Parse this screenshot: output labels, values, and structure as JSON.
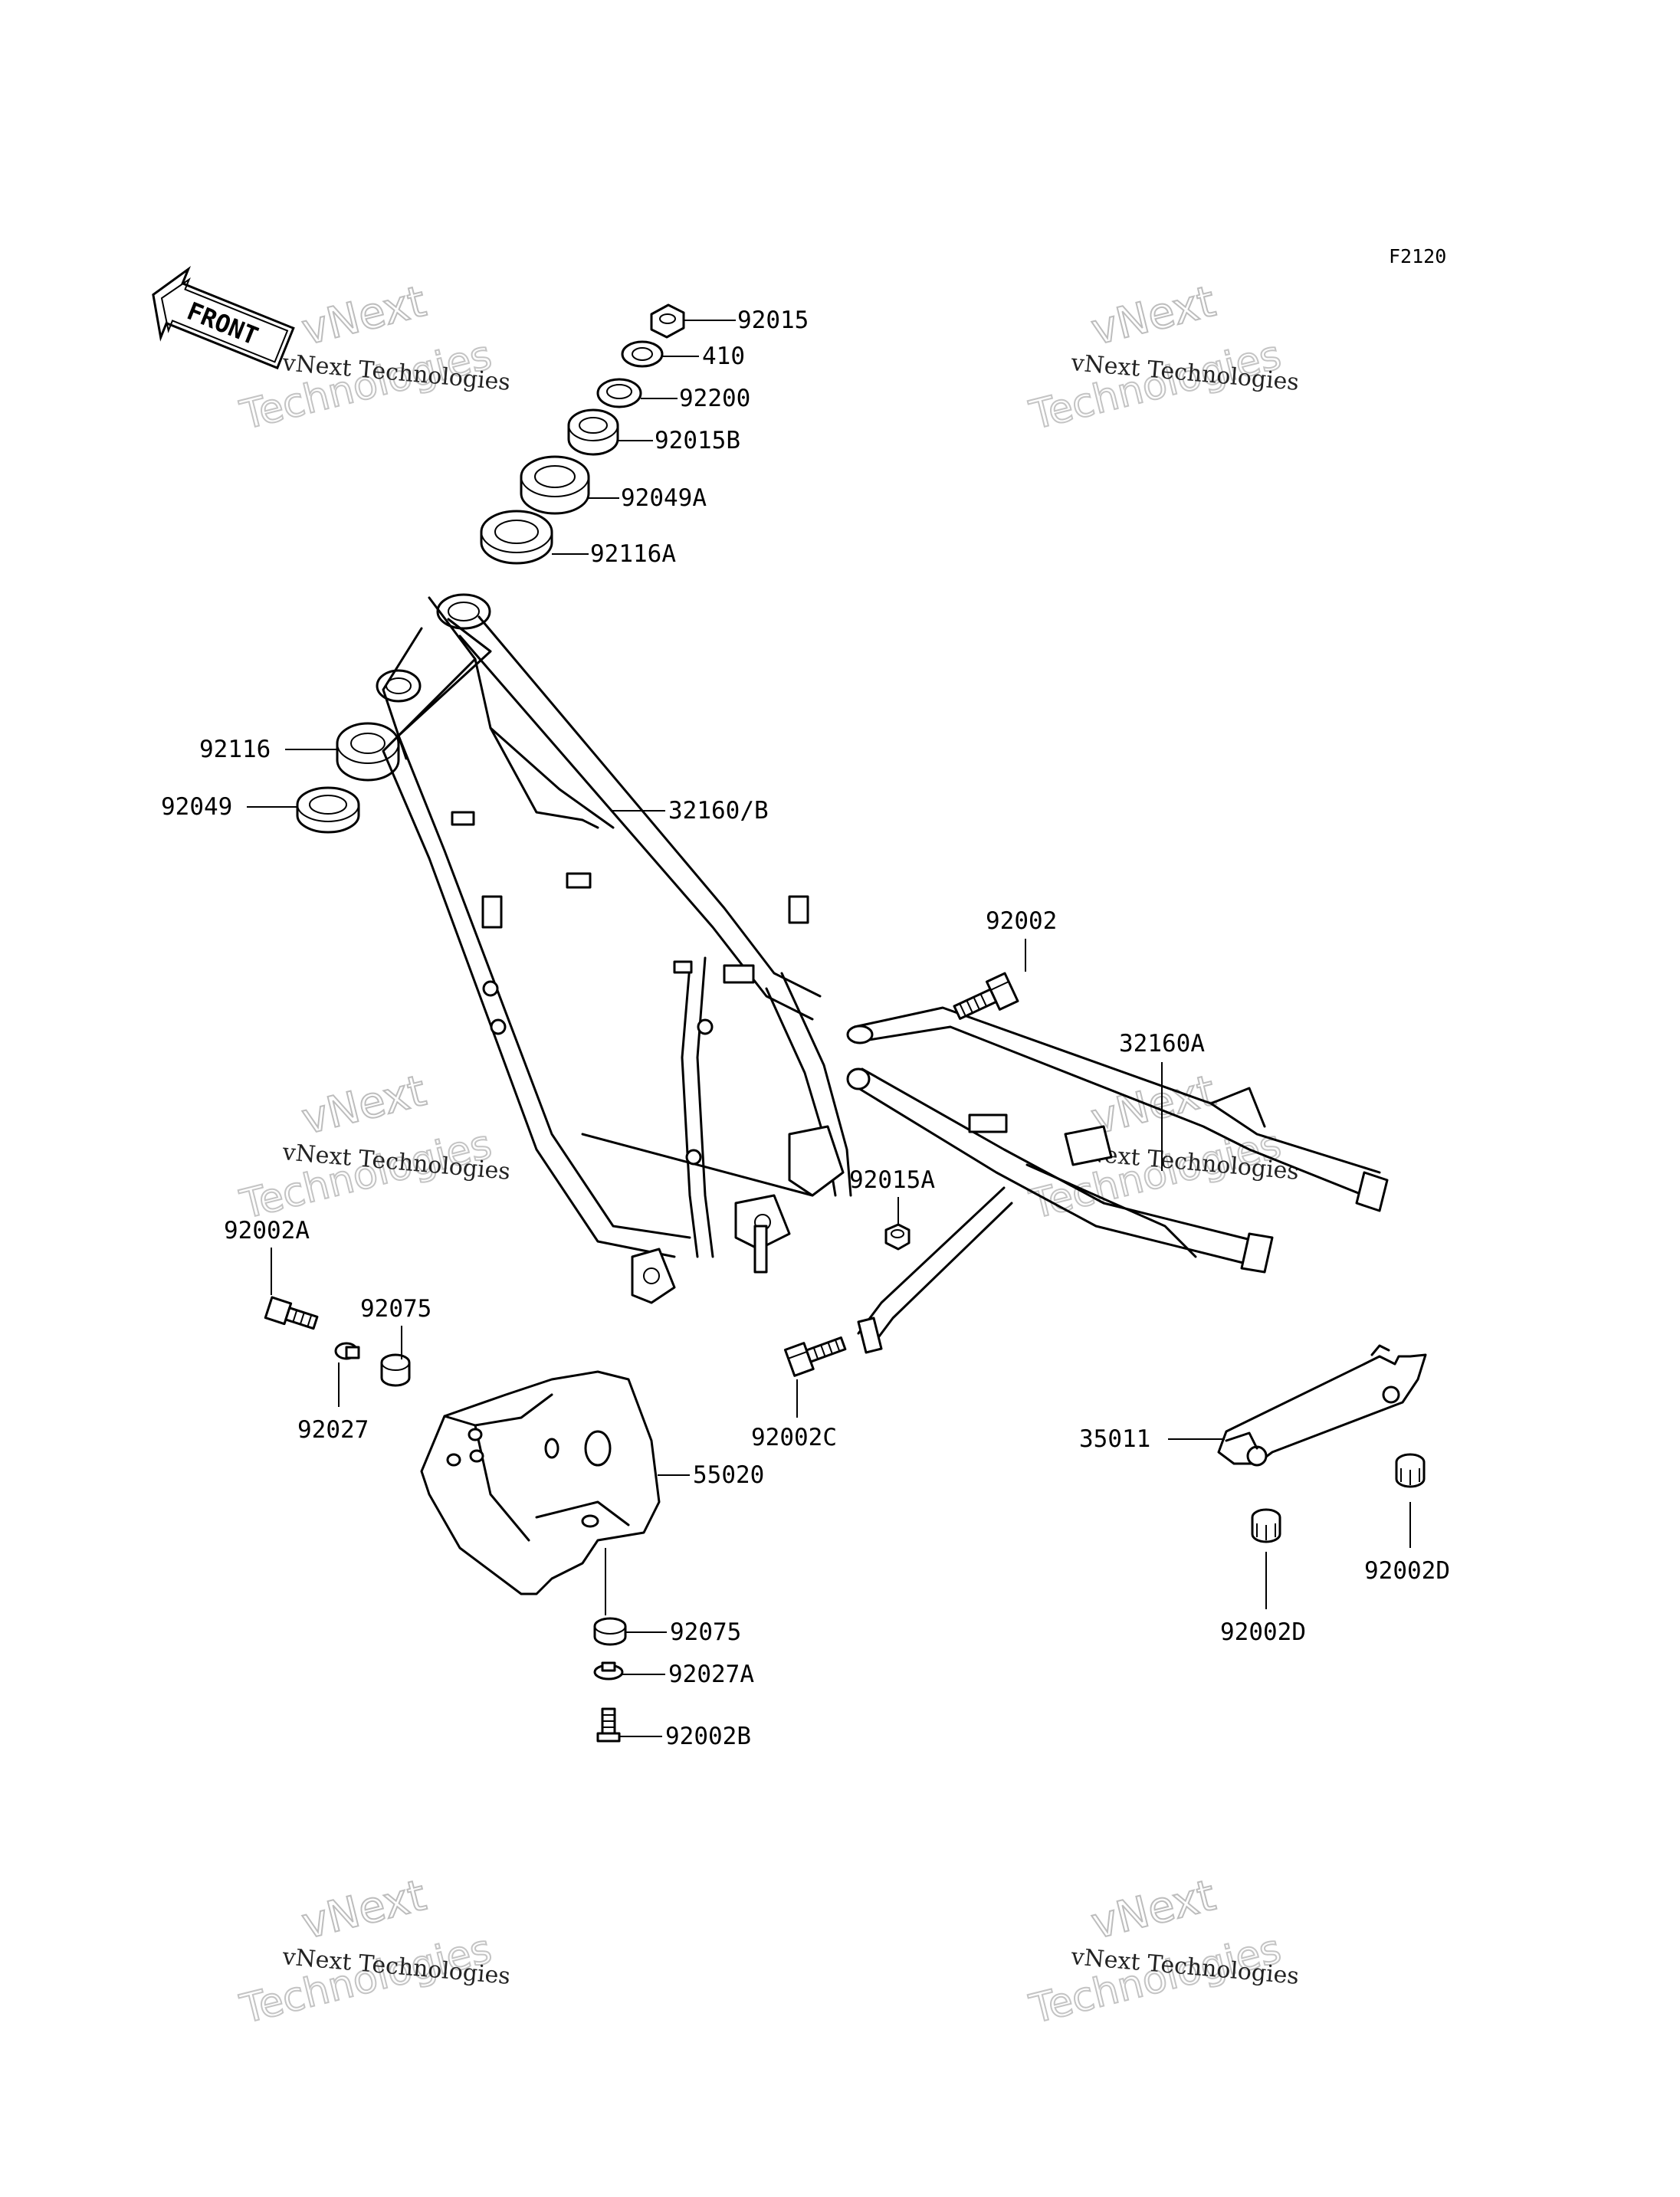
{
  "diagram_code": "F2120",
  "front_arrow_text": "FRONT",
  "watermark": {
    "line1": "vNext Technologies",
    "line2": "vNext",
    "line3": "Technologies"
  },
  "parts": [
    {
      "id": "92015",
      "label": "92015"
    },
    {
      "id": "410",
      "label": "410"
    },
    {
      "id": "92200",
      "label": "92200"
    },
    {
      "id": "92015B",
      "label": "92015B"
    },
    {
      "id": "92049A",
      "label": "92049A"
    },
    {
      "id": "92116A",
      "label": "92116A"
    },
    {
      "id": "92116",
      "label": "92116"
    },
    {
      "id": "92049",
      "label": "92049"
    },
    {
      "id": "32160B",
      "label": "32160/B"
    },
    {
      "id": "92002",
      "label": "92002"
    },
    {
      "id": "32160A",
      "label": "32160A"
    },
    {
      "id": "92015A",
      "label": "92015A"
    },
    {
      "id": "92002A",
      "label": "92002A"
    },
    {
      "id": "92075top",
      "label": "92075"
    },
    {
      "id": "92027",
      "label": "92027"
    },
    {
      "id": "92002C",
      "label": "92002C"
    },
    {
      "id": "35011",
      "label": "35011"
    },
    {
      "id": "55020",
      "label": "55020"
    },
    {
      "id": "92002D1",
      "label": "92002D"
    },
    {
      "id": "92002D2",
      "label": "92002D"
    },
    {
      "id": "92075bottom",
      "label": "92075"
    },
    {
      "id": "92027A",
      "label": "92027A"
    },
    {
      "id": "92002B",
      "label": "92002B"
    }
  ]
}
